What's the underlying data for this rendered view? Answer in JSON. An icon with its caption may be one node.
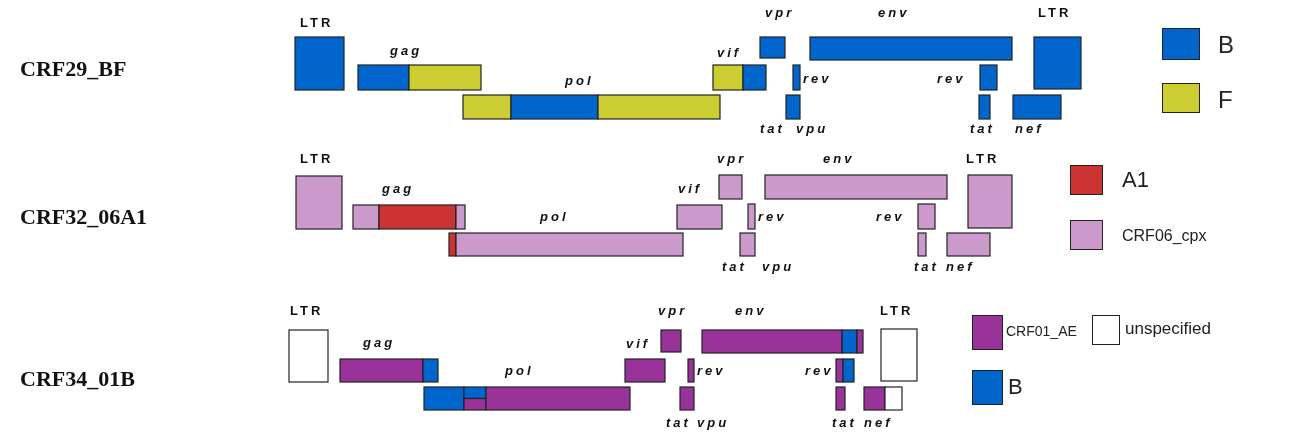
{
  "diagram": {
    "labels": [
      "CRF29_BF",
      "LTR",
      "gag",
      "pol",
      "vif",
      "vpr",
      "env",
      "LTR",
      "rev",
      "rev",
      "tat",
      "vpu",
      "tat",
      "nef",
      "CRF32_06A1",
      "LTR",
      "gag",
      "pol",
      "vif",
      "vpr",
      "env",
      "LTR",
      "rev",
      "rev",
      "tat",
      "vpu",
      "tat",
      "nef",
      "CRF34_01B",
      "LTR",
      "gag",
      "pol",
      "vif",
      "vpr",
      "env",
      "LTR",
      "rev",
      "rev",
      "tat",
      "vpu",
      "tat",
      "nef"
    ],
    "legend": [
      {
        "text": "B",
        "color": "#0066cc"
      },
      {
        "text": "F",
        "color": "#cccc33"
      },
      {
        "text": "A1",
        "color": "#cc3333"
      },
      {
        "text": "CRF06_cpx",
        "color": "#cc99cc"
      },
      {
        "text": "CRF01_AE",
        "color": "#993399"
      },
      {
        "text": "unspecified",
        "color": "#ffffff"
      },
      {
        "text": "B",
        "color": "#0066cc"
      }
    ]
  }
}
